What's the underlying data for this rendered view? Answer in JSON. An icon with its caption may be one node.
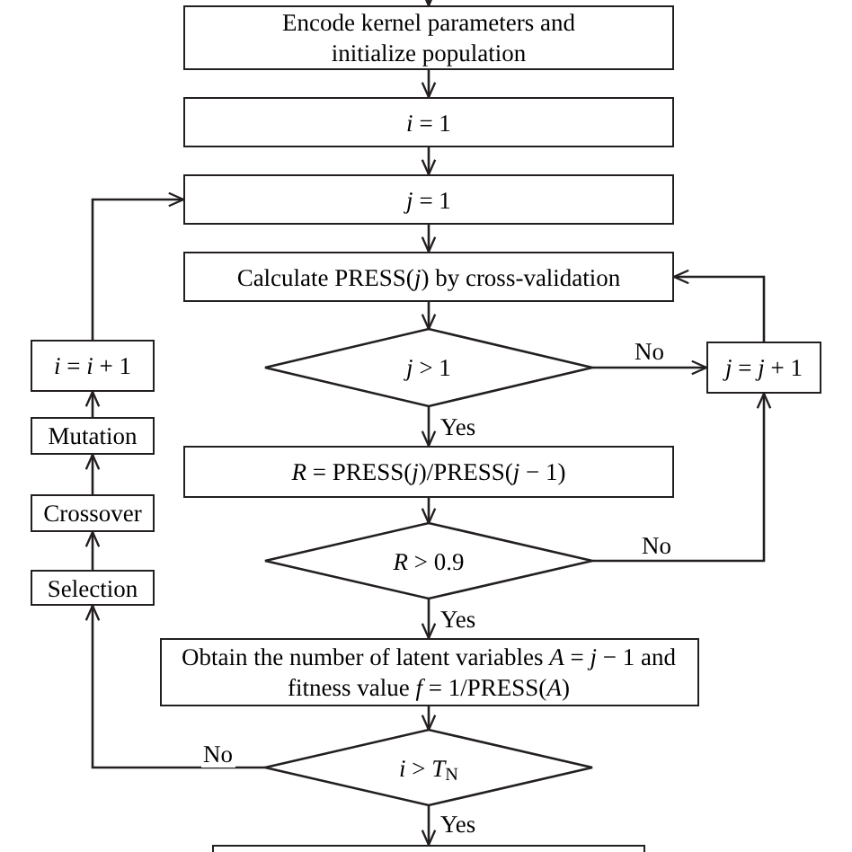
{
  "diagram": {
    "nodes": [
      {
        "text": [
          "Encode kernel parameters and initialize population"
        ]
      },
      {
        "text": [
          "*i* = 1"
        ]
      },
      {
        "text": [
          "*j* = 1"
        ]
      },
      {
        "text": [
          "Calculate PRESS(*j*) by cross-validation"
        ]
      },
      {
        "text": [
          "*j* > 1"
        ]
      },
      {
        "text": [
          "*j* = *j* + 1"
        ]
      },
      {
        "text": [
          "*R* = PRESS(*j*)/PRESS(*j* − 1)"
        ]
      },
      {
        "text": [
          "*R* > 0.9"
        ]
      },
      {
        "text": [
          "Obtain the number of latent variables *A* = *j* − 1 and fitness value *f* = 1/PRESS(*A*)"
        ]
      },
      {
        "text": [
          "*i* > *T*$_{N}$"
        ]
      },
      {
        "text": [],
        "shape": "box"
      },
      {
        "text": [
          "*i* = *i* + 1"
        ]
      },
      {
        "text": [
          "Mutation"
        ]
      },
      {
        "text": [
          "Crossover"
        ]
      },
      {
        "text": [
          "Selection"
        ]
      }
    ],
    "edges": [
      {
        "from": null,
        "to": 0,
        "arrow": "to"
      },
      {
        "from": 0,
        "to": 1,
        "arrow": "to"
      },
      {
        "from": 1,
        "to": 2,
        "arrow": "to"
      },
      {
        "from": 2,
        "to": 3,
        "arrow": "to"
      },
      {
        "from": 3,
        "to": 4,
        "arrow": "to"
      },
      {
        "from": 4,
        "to": 5,
        "arrow": "to",
        "label": "No"
      },
      {
        "from": 4,
        "to": 6,
        "arrow": "to",
        "label": "Yes"
      },
      {
        "from": 5,
        "to": 3,
        "arrow": "to"
      },
      {
        "from": 6,
        "to": 7,
        "arrow": "to"
      },
      {
        "from": 7,
        "to": 5,
        "arrow": "to",
        "label": "No"
      },
      {
        "from": 7,
        "to": 8,
        "arrow": "to",
        "label": "Yes"
      },
      {
        "from": 8,
        "to": 9,
        "arrow": "to"
      },
      {
        "from": 9,
        "to": 14,
        "arrow": "to",
        "label": "No"
      },
      {
        "from": 14,
        "to": 13,
        "arrow": "to"
      },
      {
        "from": 13,
        "to": 12,
        "arrow": "to"
      },
      {
        "from": 12,
        "to": 11,
        "arrow": "to"
      },
      {
        "from": 11,
        "to": 2,
        "arrow": "to"
      },
      {
        "from": 9,
        "to": 10,
        "arrow": "to",
        "label": "Yes"
      }
    ]
  }
}
